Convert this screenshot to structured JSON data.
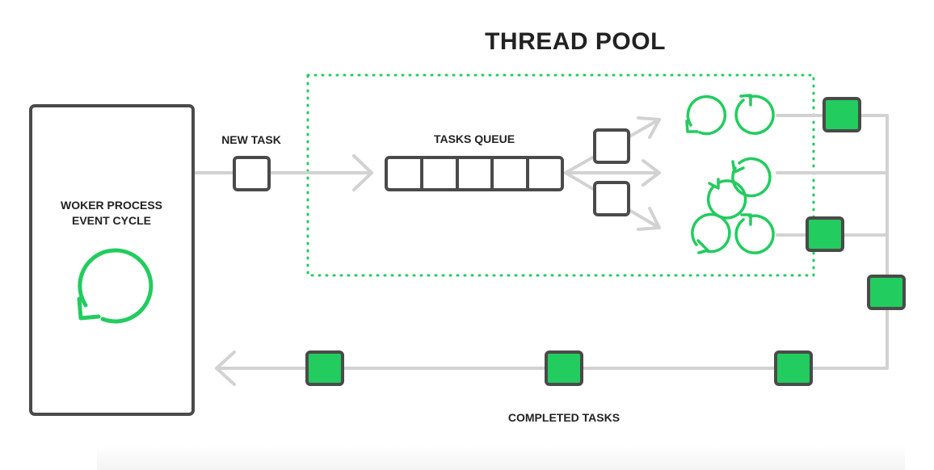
{
  "diagram": {
    "title": "THREAD POOL",
    "worker": {
      "line1": "WOKER PROCESS",
      "line2": "EVENT CYCLE"
    },
    "new_task_label": "NEW TASK",
    "tasks_queue_label": "TASKS QUEUE",
    "completed_tasks_label": "COMPLETED TASKS",
    "thread_rows": 3,
    "threads_per_row": 2,
    "queue_slots": 5,
    "colors": {
      "accent_green": "#22cc5e",
      "outline": "#4a4a4a",
      "connector": "#d2d2d2",
      "text": "#222222"
    }
  }
}
